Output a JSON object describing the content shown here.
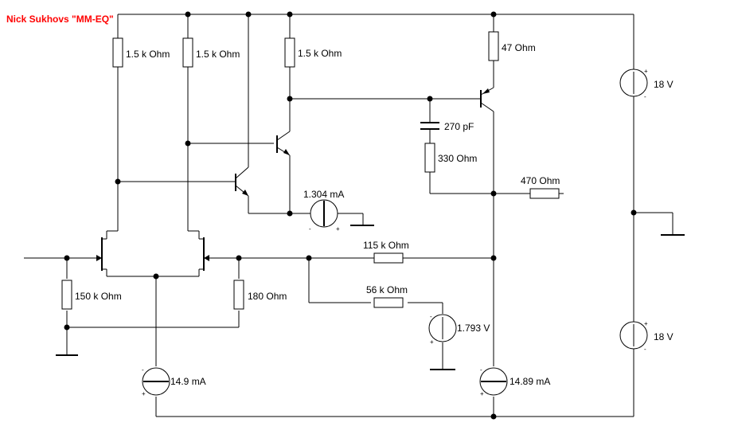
{
  "title": {
    "text": "Nick Sukhovs \"MM-EQ\"",
    "color": "#ff0000"
  },
  "resistors": {
    "r1": "1.5 k Ohm",
    "r2": "1.5 k Ohm",
    "r3": "1.5 k Ohm",
    "r4": "47  Ohm",
    "r5": "330  Ohm",
    "r6": "470  Ohm",
    "r7": "115 k Ohm",
    "r8": "56 k Ohm",
    "r9": "150 k Ohm",
    "r10": "180  Ohm"
  },
  "capacitors": {
    "c1": "270 pF"
  },
  "sources": {
    "i1": "1.304 mA",
    "i2": "14.9 mA",
    "i3": "14.89 mA",
    "v1": "1.793 V",
    "v2": "18 V",
    "v3": "18 V"
  },
  "polarity": {
    "plus": "+",
    "minus": "-"
  }
}
